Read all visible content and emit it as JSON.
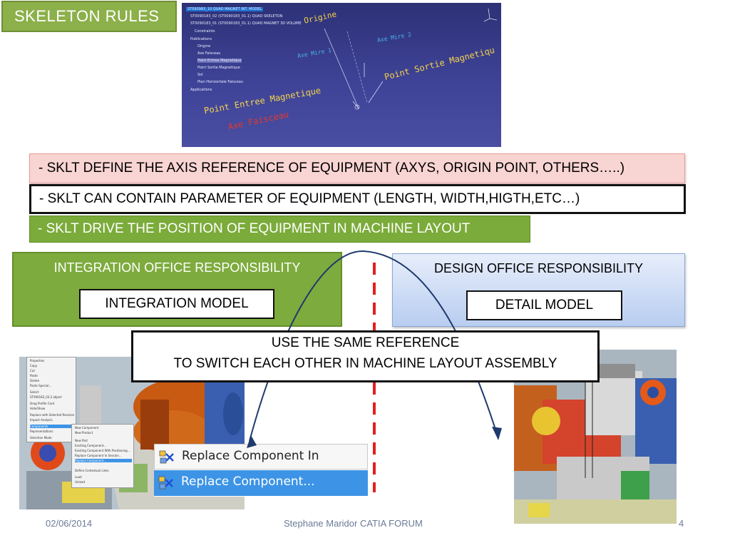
{
  "title": "SKELETON  RULES",
  "catia": {
    "tree": [
      "ST090983_10 QUAD MAGNET INT. MODEL",
      "ST0090183_02 (ST0090183_01.1) QUAD SKELETON",
      "ST0090183_01 (ST0090183_01.1) QUAD MAGNET 3D VOLUME",
      "Constraints",
      "Publications",
      "Origine",
      "Axe Faisceau",
      "Point Entree Magnetique",
      "Point Sortie Magnetique",
      "Sol",
      "Plan Horizontale Faisceau",
      "Applications"
    ],
    "labels": {
      "origine": "Origine",
      "axe_mire_1": "Axe Mire 1",
      "axe_mire_2": "Axe Mire 2",
      "point_sortie": "Point Sortie Magnetiqu",
      "point_entree": "Point Entree Magnetique",
      "axe_faisceau": "Axe Faisceau"
    }
  },
  "banners": {
    "b1": "- SKLT DEFINE THE AXIS REFERENCE OF EQUIPMENT (AXYS, ORIGIN POINT, OTHERS…..)",
    "b2": "- SKLT CAN CONTAIN PARAMETER OF EQUIPMENT (LENGTH, WIDTH,HIGTH,ETC…)",
    "b3": "- SKLT DRIVE THE POSITION OF EQUIPMENT IN MACHINE LAYOUT"
  },
  "integration": {
    "title": "INTEGRATION  OFFICE RESPONSIBILITY",
    "model": "INTEGRATION MODEL"
  },
  "design": {
    "title": "DESIGN OFFICE RESPONSIBILITY",
    "model": "DETAIL MODEL"
  },
  "center": {
    "line1": "USE THE SAME REFERENCE",
    "line2": "TO SWITCH EACH OTHER IN MACHINE LAYOUT ASSEMBLY"
  },
  "menu": {
    "items": [
      "Properties",
      "Copy",
      "Cut",
      "Paste",
      "Delete",
      "Paste Special...",
      "Select",
      "ST090183_03.2 object",
      "Drag Profile Card",
      "Hide/Show",
      "Replace with Selected Revision",
      "Impact Analysis",
      "Components",
      "Representations",
      "Selection Mode"
    ],
    "submenu": [
      "New Component",
      "New Product",
      "New Part",
      "Existing Component...",
      "Existing Component With Positioning...",
      "Replace Component In Session...",
      "Replace Component...",
      "Define Contextual Links",
      "Load",
      "Unload"
    ]
  },
  "replace": {
    "item1": "Replace Component In Session.",
    "item2": "Replace Component..."
  },
  "footer": {
    "date": "02/06/2014",
    "author": "Stephane Maridor CATIA FORUM",
    "page": "4"
  },
  "colors": {
    "green": "#7dab3d",
    "pink": "#f8d4d2",
    "blue_box": "#b8cdf0",
    "red_dash": "#e02020",
    "arrow": "#1f3a6e"
  }
}
